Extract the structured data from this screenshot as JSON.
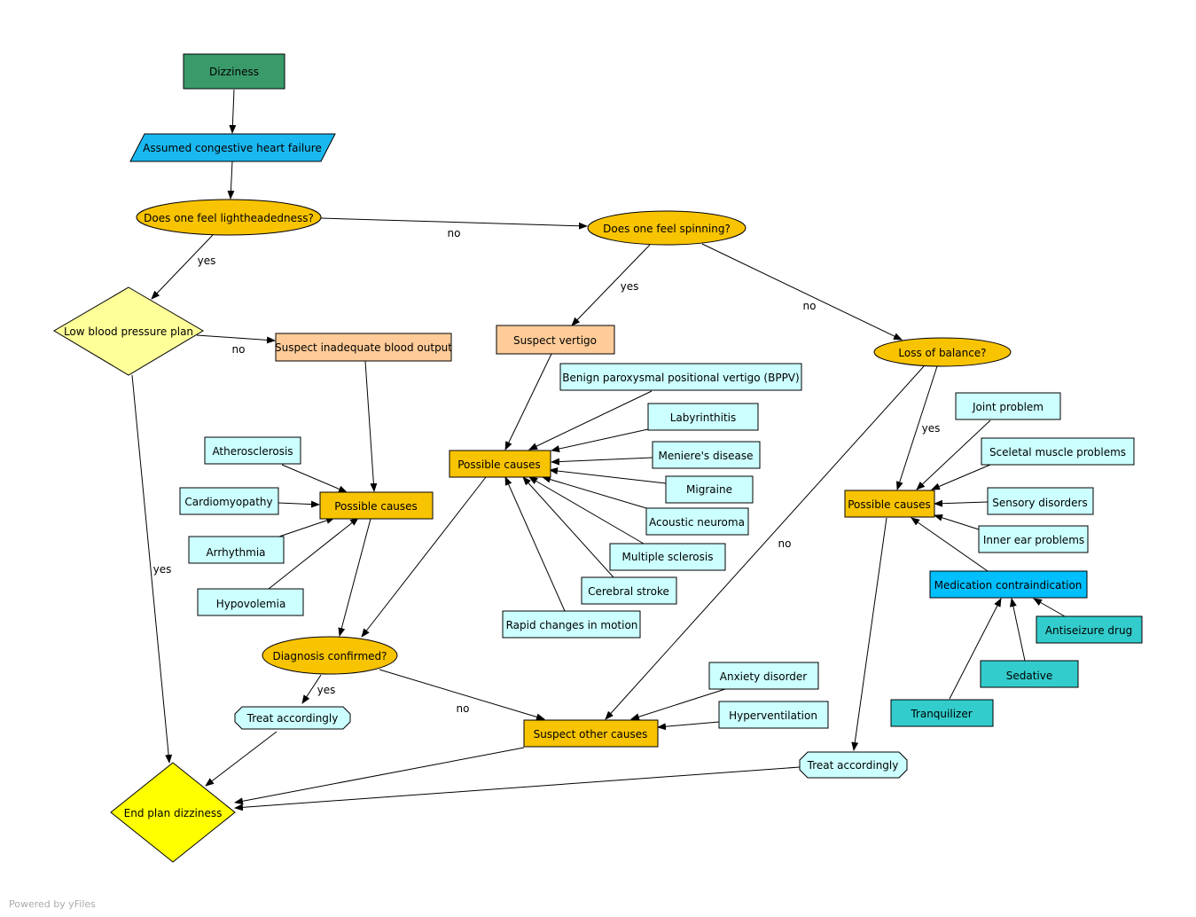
{
  "colors": {
    "start_green": "#3a9a6a",
    "io_blue": "#1ab8f0",
    "decision_orange": "#f8c300",
    "plan_yellow_light": "#ffff99",
    "suspect_peach": "#ffcc99",
    "cause_box": "#f8c300",
    "item_cyan_light": "#ccffff",
    "medication_blue": "#00bfff",
    "drug_teal": "#33cccc",
    "end_yellow": "#ffff00"
  },
  "nodes": {
    "dizziness": "Dizziness",
    "chf": "Assumed congestive heart failure",
    "lightheaded": "Does one feel lightheadedness?",
    "spinning": "Does one feel spinning?",
    "lowbp": "Low blood pressure plan",
    "suspect_blood": "Suspect inadequate blood output",
    "suspect_vertigo": "Suspect vertigo",
    "balance": "Loss of balance?",
    "bppv": "Benign paroxysmal positional vertigo (BPPV)",
    "labyrinthitis": "Labyrinthitis",
    "meniere": "Meniere's disease",
    "migraine": "Migraine",
    "acoustic": "Acoustic neuroma",
    "ms": "Multiple sclerosis",
    "stroke": "Cerebral stroke",
    "rapid": "Rapid changes in motion",
    "causes_vertigo": "Possible causes",
    "athero": "Atherosclerosis",
    "cardio": "Cardiomyopathy",
    "arrhythmia": "Arrhythmia",
    "hypovolemia": "Hypovolemia",
    "causes_blood": "Possible causes",
    "diagnosis": "Diagnosis confirmed?",
    "treat1": "Treat accordingly",
    "other": "Suspect other causes",
    "anxiety": "Anxiety disorder",
    "hyperventilation": "Hyperventilation",
    "joint": "Joint problem",
    "sceletal": "Sceletal muscle problems",
    "sensory": "Sensory disorders",
    "innerear": "Inner ear problems",
    "causes_balance": "Possible causes",
    "medication": "Medication contraindication",
    "antiseizure": "Antiseizure drug",
    "sedative": "Sedative",
    "tranquilizer": "Tranquilizer",
    "treat2": "Treat accordingly",
    "end": "End plan dizziness"
  },
  "edge_labels": {
    "light_no": "no",
    "light_yes": "yes",
    "spin_yes": "yes",
    "spin_no": "no",
    "lowbp_no": "no",
    "lowbp_yes": "yes",
    "balance_yes": "yes",
    "balance_no": "no",
    "diag_yes": "yes",
    "diag_no": "no"
  },
  "footer": "Powered by yFiles"
}
